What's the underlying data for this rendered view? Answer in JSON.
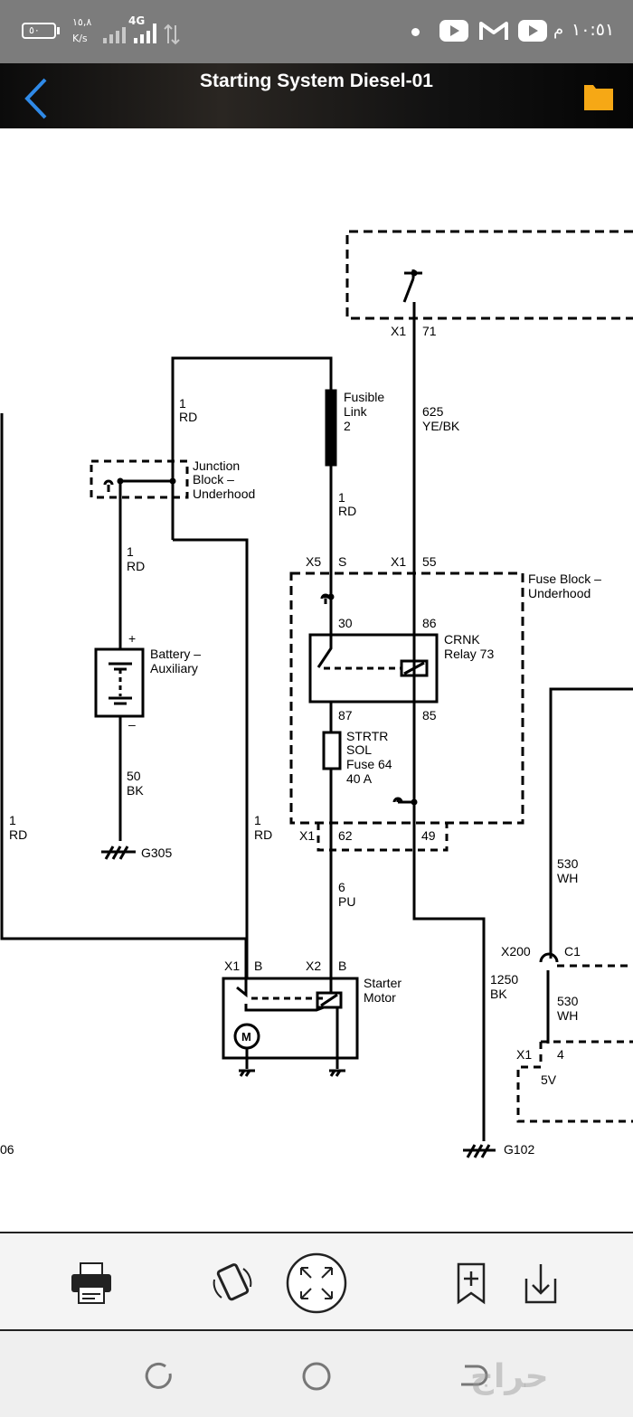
{
  "status_bar": {
    "battery": "٥٠",
    "speed": "١٥,٨",
    "speed_unit": "K/s",
    "network": "4G",
    "time": "١٠:٥١",
    "ampm": "م"
  },
  "app_bar": {
    "title": "Starting System Diesel-01"
  },
  "diagram": {
    "fusible_link": [
      "Fusible",
      "Link",
      "2"
    ],
    "junction_block": [
      "Junction",
      "Block –",
      "Underhood"
    ],
    "fuse_block": [
      "Fuse Block –",
      "Underhood"
    ],
    "battery": [
      "Battery –",
      "Auxiliary"
    ],
    "relay": [
      "CRNK",
      "Relay 73"
    ],
    "fuse": [
      "STRTR",
      "SOL",
      "Fuse 64",
      "40 A"
    ],
    "starter": [
      "Starter",
      "Motor"
    ],
    "motor_symbol": "M",
    "plus": "+",
    "minus": "–",
    "wires": {
      "w1_rd_top": [
        "1",
        "RD"
      ],
      "w1_rd_fl": [
        "1",
        "RD"
      ],
      "w1_rd_jb": [
        "1",
        "RD"
      ],
      "w625": [
        "625",
        "YE/BK"
      ],
      "w50": [
        "50",
        "BK"
      ],
      "w1_rd_left": [
        "1",
        "RD"
      ],
      "w1_rd_starter": [
        "1",
        "RD"
      ],
      "w6": [
        "6",
        "PU"
      ],
      "w1250": [
        "1250",
        "BK"
      ],
      "w530_top": [
        "530",
        "WH"
      ],
      "w530_bot": [
        "530",
        "WH"
      ]
    },
    "connectors": {
      "x1": "X1",
      "x5": "X5",
      "x2": "X2",
      "x200": "X200",
      "c1": "C1",
      "pin_71": "71",
      "pin_55": "55",
      "pin_s": "S",
      "pin_30": "30",
      "pin_86": "86",
      "pin_87": "87",
      "pin_85": "85",
      "pin_62": "62",
      "pin_49": "49",
      "pin_b": "B",
      "pin_4": "4",
      "volt_5v": "5V"
    },
    "grounds": {
      "g305": "G305",
      "g102": "G102",
      "g_partial": "06"
    }
  },
  "toolbar": {
    "icons": [
      "printer-icon",
      "rotate-icon",
      "fit-screen-icon",
      "bookmark-add-icon",
      "download-icon"
    ]
  },
  "watermark": "حراج"
}
